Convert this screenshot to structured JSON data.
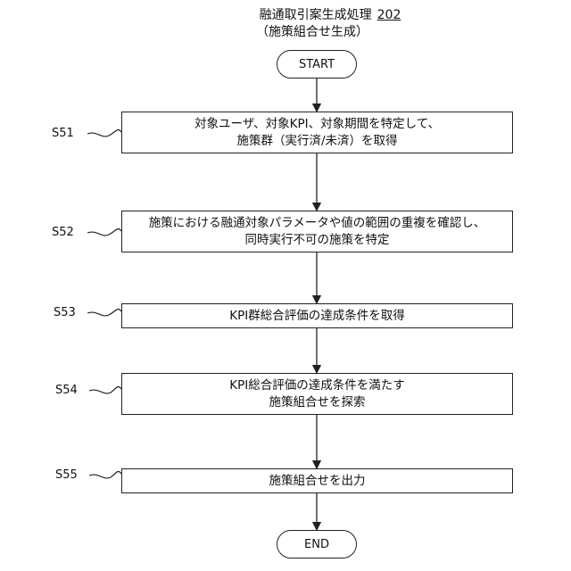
{
  "title": "融通取引案生成処理",
  "title_ref": "202",
  "subtitle": "（施策組合せ生成）",
  "start": "START",
  "end": "END",
  "steps": [
    {
      "id": "S51",
      "lines": [
        "対象ユーザ、対象KPI、対象期間を特定して、",
        "施策群（実行済/未済）を取得"
      ]
    },
    {
      "id": "S52",
      "lines": [
        "施策における融通対象パラメータや値の範囲の重複を確認し、",
        "同時実行不可の施策を特定"
      ]
    },
    {
      "id": "S53",
      "lines": [
        "KPI群総合評価の達成条件を取得"
      ]
    },
    {
      "id": "S54",
      "lines": [
        "KPI総合評価の達成条件を満たす",
        "施策組合せを探索"
      ]
    },
    {
      "id": "S55",
      "lines": [
        "施策組合せを出力"
      ]
    }
  ]
}
